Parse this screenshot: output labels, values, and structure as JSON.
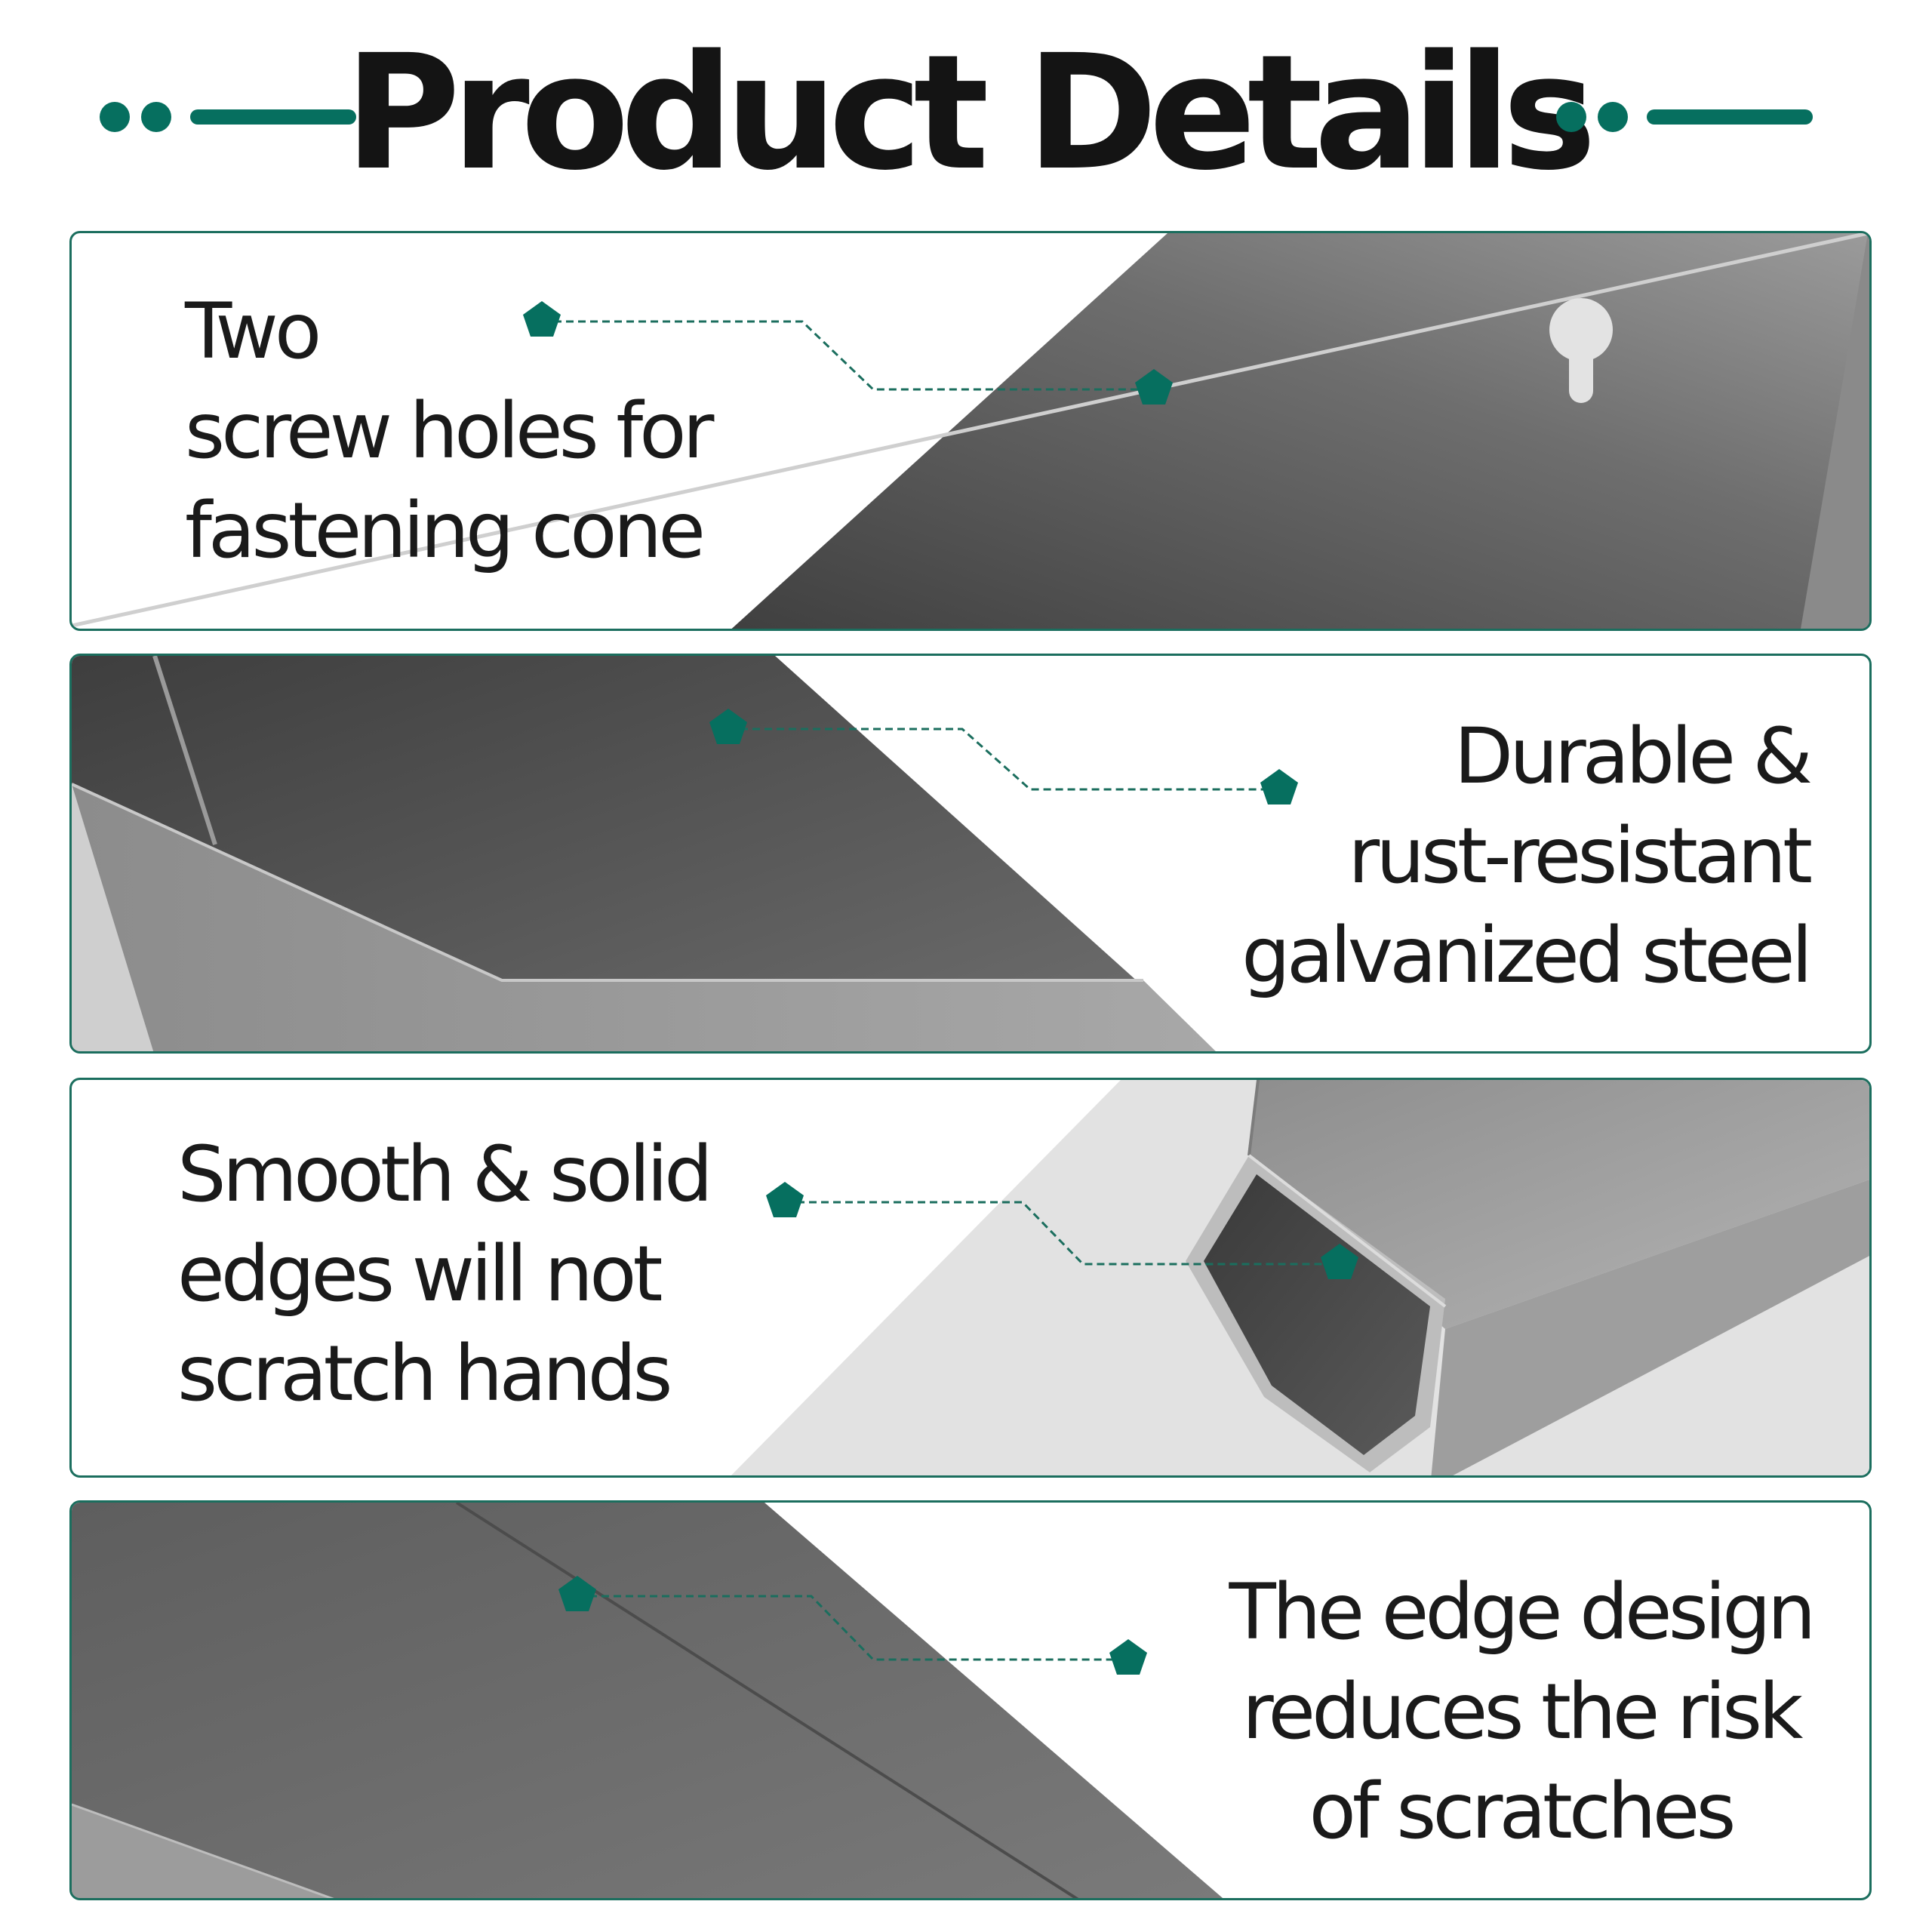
{
  "header": {
    "title": "Product Details",
    "accent_color": "#066f5f"
  },
  "panels": [
    {
      "lines": [
        "Two",
        "screw holes for",
        "fastening cone"
      ]
    },
    {
      "lines": [
        "Durable &",
        "rust-resistant",
        "galvanized steel"
      ]
    },
    {
      "lines": [
        "Smooth & solid",
        "edges will not",
        "scratch hands"
      ]
    },
    {
      "lines": [
        "The edge design",
        "reduces the risk",
        "of scratches"
      ]
    }
  ],
  "icons": {
    "header_decoration": "dot-dot-line",
    "callout_marker": "pentagon-icon"
  },
  "colors": {
    "accent": "#066f5f",
    "border": "#1b6e5e",
    "steel_dark": "#4f4f4f",
    "steel_light": "#9a9a9a"
  }
}
